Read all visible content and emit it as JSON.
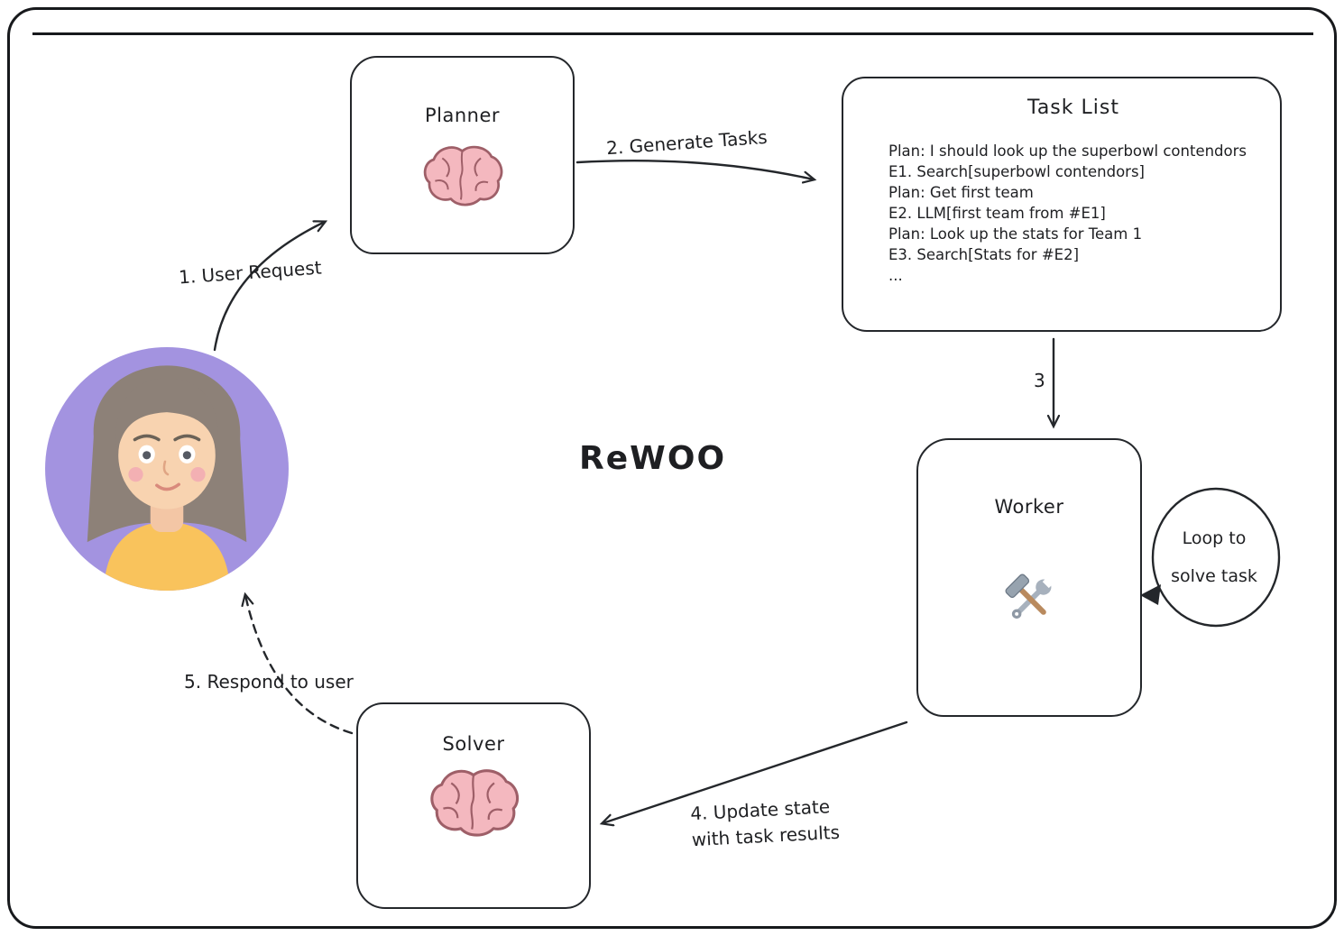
{
  "title": "ReWOO",
  "nodes": {
    "planner": {
      "label": "Planner",
      "icon": "brain-icon"
    },
    "task_list": {
      "title": "Task List",
      "lines": [
        "Plan: I should look up the superbowl contendors",
        "E1. Search[superbowl contendors]",
        "Plan: Get first team",
        "E2. LLM[first team from #E1]",
        "Plan: Look up the stats for Team 1",
        "E3. Search[Stats for #E2]",
        "..."
      ]
    },
    "worker": {
      "label": "Worker",
      "icon": "tools-icon"
    },
    "solver": {
      "label": "Solver",
      "icon": "brain-icon"
    },
    "user": {
      "icon": "user-avatar"
    },
    "loop": {
      "line1": "Loop to",
      "line2": "solve task"
    }
  },
  "edges": {
    "user_request": "1. User Request",
    "generate_tasks": "2. Generate Tasks",
    "task_to_worker": "3",
    "update_state": {
      "line1": "4. Update state",
      "line2": "with task results"
    },
    "respond_to_user": "5. Respond to user"
  },
  "colors": {
    "stroke": "#24272b",
    "avatar_background": "#a393e0",
    "shirt": "#f9c35c",
    "brain_fill": "#f4b8bf",
    "brain_stroke": "#9e5f68"
  }
}
